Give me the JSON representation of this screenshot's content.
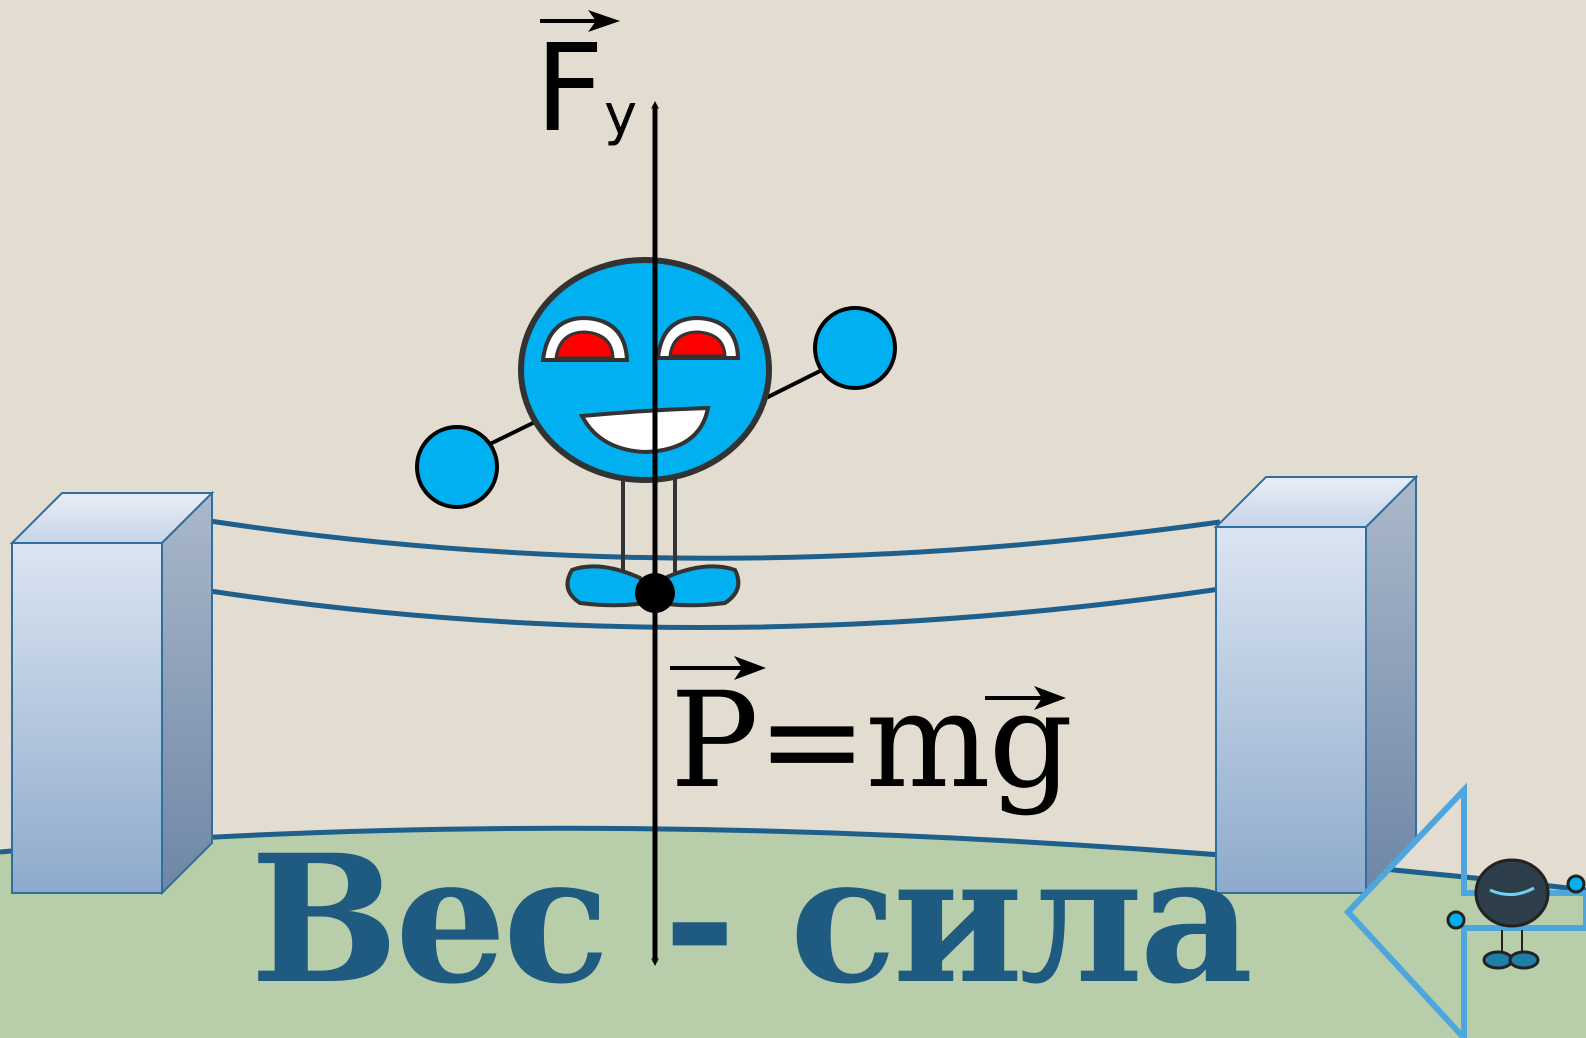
{
  "slide": {
    "title": "Вес - сила",
    "force_support_main": "F",
    "force_support_sub": "у",
    "weight_formula": "P=mg"
  },
  "colors": {
    "background": "#e3ddd1",
    "ground": "#b8ceaa",
    "rope": "#1f5f8b",
    "title": "#1f5a80",
    "character_body": "#00b0f0",
    "character_eyes": "#ff0000",
    "post_front_top": "#dbe5f2",
    "post_front_bottom": "#8eaacb",
    "nav_arrow": "#4da6dd"
  },
  "icons": {
    "character": "smiling-blue-ball-character",
    "back_nav": "left-arrow-icon",
    "nav_character": "small-character-icon"
  }
}
